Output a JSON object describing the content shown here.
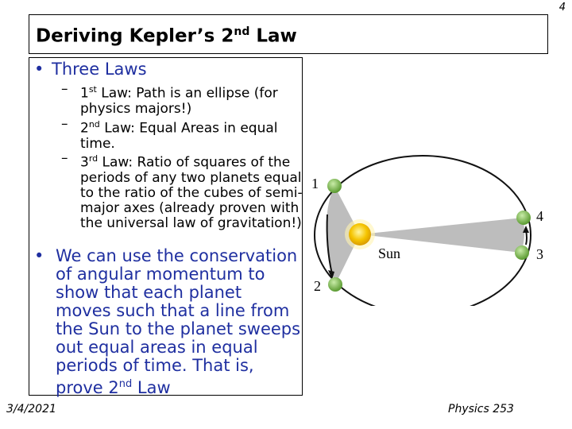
{
  "slide_number": "4",
  "title": {
    "text": "Deriving Kepler’s 2",
    "sup": "nd",
    "suffix": " Law"
  },
  "bullet1": "Three Laws",
  "laws": [
    {
      "num": "1",
      "sup": "st",
      "text": " Law: Path is an ellipse (for physics majors!)"
    },
    {
      "num": "2",
      "sup": "nd",
      "text": " Law: Equal Areas in equal time."
    },
    {
      "num": "3",
      "sup": "rd",
      "text": " Law: Ratio of squares of the periods of any two planets equal to the ratio of the cubes of semi-major axes (already proven with the universal law of gravitation!)"
    }
  ],
  "bullet2": {
    "text": "We can use the conservation of angular momentum to show that each planet moves such that a line from the Sun to the planet sweeps out equal areas in equal periods of time. That is, prove 2",
    "sup": "nd",
    "suffix": " Law"
  },
  "diagram": {
    "sun_label": "Sun",
    "point_labels": [
      "1",
      "2",
      "3",
      "4"
    ]
  },
  "footer": {
    "date": "3/4/2021",
    "course": "Physics 253"
  },
  "colors": {
    "bullet_blue": "#1f2fa0",
    "sweep_gray": "#bdbdbd",
    "sun_yellow": "#f5c400",
    "planet_green": "#7cc04a"
  }
}
